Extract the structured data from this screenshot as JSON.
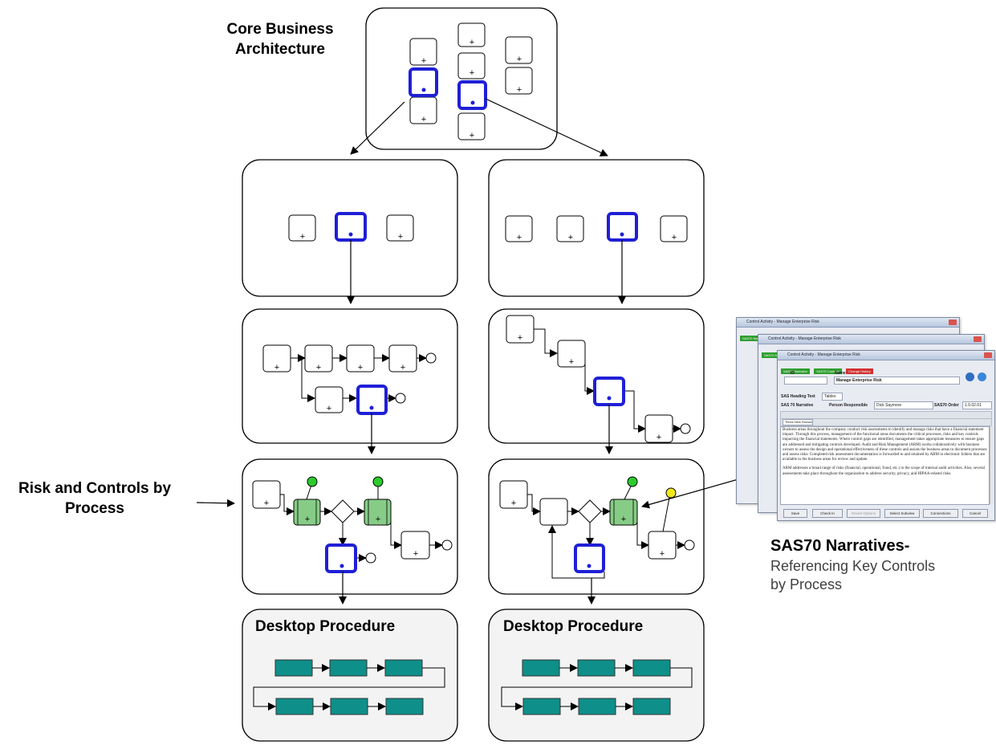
{
  "labels": {
    "core_line1": "Core Business",
    "core_line2": "Architecture",
    "risk_line1": "Risk and Controls by",
    "risk_line2": "Process",
    "desktop_procedure": "Desktop Procedure",
    "sas_title": "SAS70 Narratives-",
    "sas_sub_line1": "Referencing Key Controls",
    "sas_sub_line2": "by Process"
  },
  "sas_window": {
    "title": "Control Activity - Manage Enterprise Risk",
    "tabs": [
      "SAS70 Narrative",
      "SAS70 Controls",
      "Change History"
    ],
    "id_label": "ID",
    "name_label": "Name",
    "name_value": "Manage Enterprise Risk",
    "heading_label": "SAS Heading Text",
    "heading_value": "Tables",
    "narrative_label": "SAS 70 Narrative",
    "person_label": "Person Responsible",
    "person_value": "Dick Saymore",
    "order_label": "SAS70 Order",
    "order_value": "1.0.02.01",
    "font_value": "Times New Roman",
    "paragraph1": "Business areas throughout the company conduct risk assessments to identify and manage risks that have a financial statement impact. Through this process, management of the functional areas documents the critical processes, risks and key controls impacting the financial statements. Where control gaps are identified, management takes appropriate measures to ensure gaps are addressed and mitigating controls developed. Audit and Risk Management (ARM) works collaboratively with business owners to assess the design and operational effectiveness of these controls and assists the business areas to document processes and assess risks. Completed risk assessment documentation is forwarded to and retained by ARM in electronic folders that are available to the business areas for review and update.",
    "paragraph2": "ARM addresses a broad range of risks (financial, operational, fraud, etc.) in the scope of internal audit activities. Also, several assessments take place throughout the organization to address security, privacy, and HIPAA-related risks.",
    "buttons": [
      "Save",
      "Check In",
      "Revert Options",
      "Select Subview",
      "Connections",
      "Cancel"
    ]
  },
  "colors": {
    "highlight_border": "#1f1fd6",
    "green_task": "#86cc86",
    "green_marker": "#2ccc2c",
    "yellow_marker": "#f2e81a",
    "teal_step": "#0f8f8a",
    "panel_fill": "#f3f3f3"
  }
}
